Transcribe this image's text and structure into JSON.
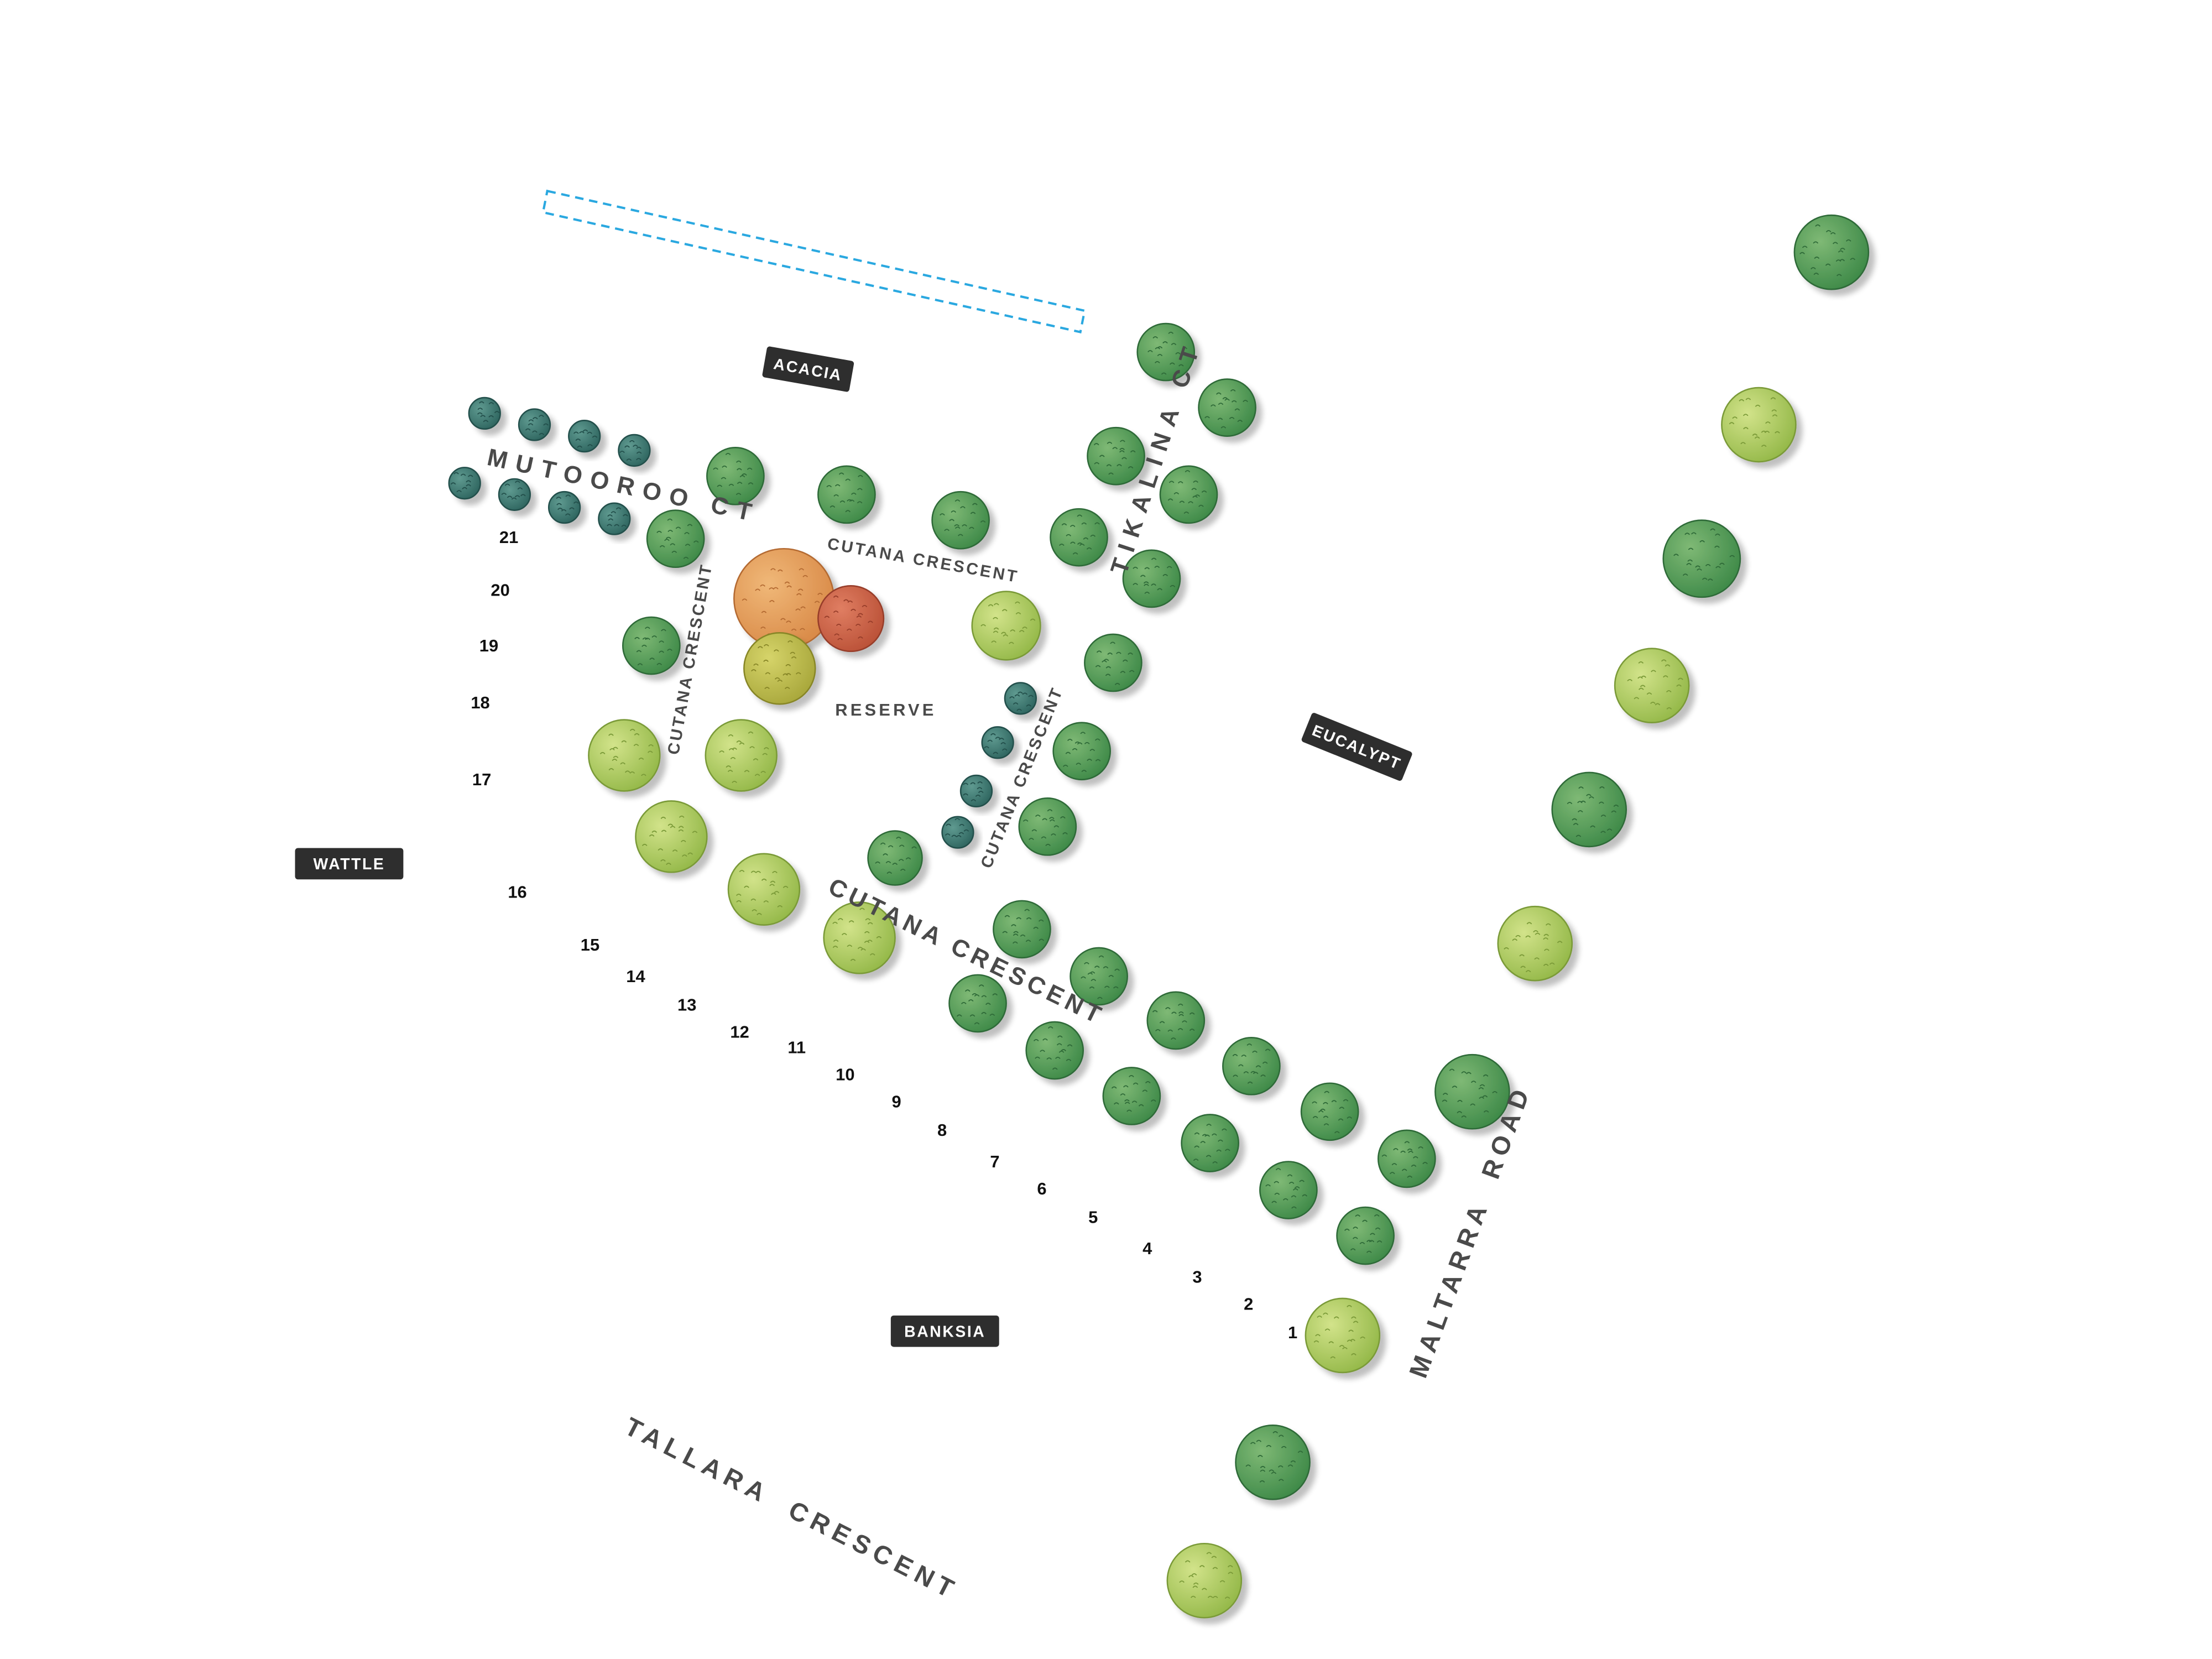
{
  "map": {
    "streets": {
      "mutooroo_ct": "MUTOOROO CT",
      "tikalina_ct": "TIKALINA CT",
      "cutana_crescent_top": "CUTANA CRESCENT",
      "cutana_crescent_left": "CUTANA CRESCENT",
      "cutana_crescent_right": "CUTANA CRESCENT",
      "cutana_crescent_main": "CUTANA CRESCENT",
      "maltarra_road": "MALTARRA  ROAD",
      "tallara_crescent": "TALLARA  CRESCENT"
    },
    "reserve_label": "RESERVE",
    "area_tags": {
      "acacia": "ACACIA",
      "eucalypt": "EUCALYPT",
      "wattle": "WATTLE",
      "banksia": "BANKSIA"
    },
    "lot_numbers": [
      "21",
      "20",
      "19",
      "18",
      "17",
      "16",
      "15",
      "14",
      "13",
      "12",
      "11",
      "10",
      "9",
      "8",
      "7",
      "6",
      "5",
      "4",
      "3",
      "2",
      "1"
    ],
    "colors": {
      "tree_dark_green": "#5e9e5a",
      "tree_lime": "#b7cf5e",
      "tree_teal": "#3f7a72",
      "tree_orange": "#e3a05e",
      "tree_red": "#cf6a4e",
      "tree_olive": "#c5c24e",
      "tag_background": "#2e2e2e",
      "dashed_outline": "#2aa8e0",
      "label_text": "#4a4a4a"
    },
    "tree_types": [
      "dark-green-tree",
      "lime-tree",
      "teal-shrub",
      "orange-tree",
      "red-tree",
      "olive-tree"
    ]
  }
}
